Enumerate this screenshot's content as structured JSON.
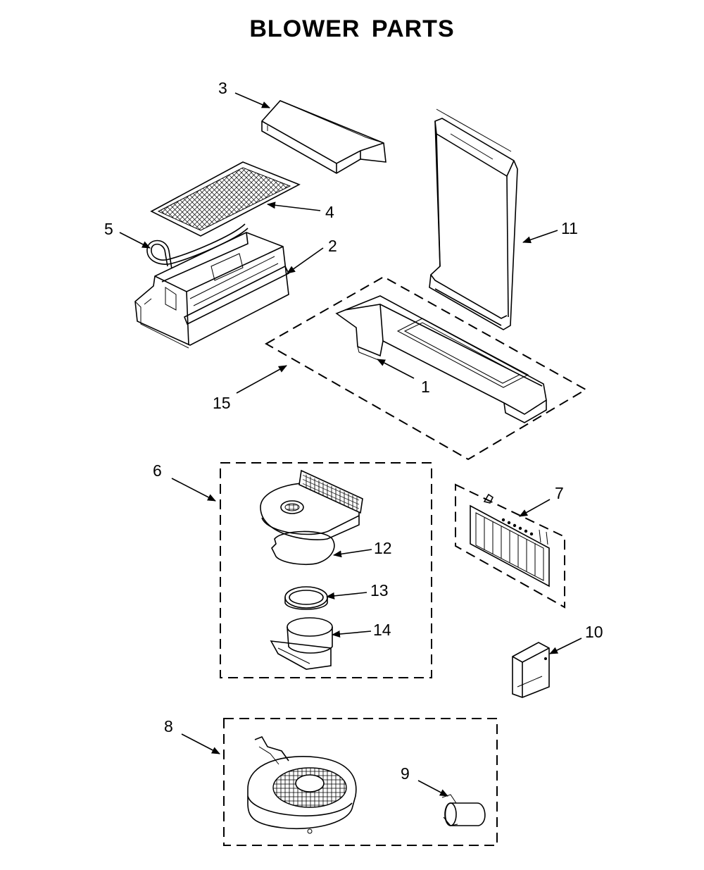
{
  "title": "BLOWER PARTS",
  "callouts": {
    "c1": "1",
    "c2": "2",
    "c3": "3",
    "c4": "4",
    "c5": "5",
    "c6": "6",
    "c7": "7",
    "c8": "8",
    "c9": "9",
    "c10": "10",
    "c11": "11",
    "c12": "12",
    "c13": "13",
    "c14": "14",
    "c15": "15"
  }
}
